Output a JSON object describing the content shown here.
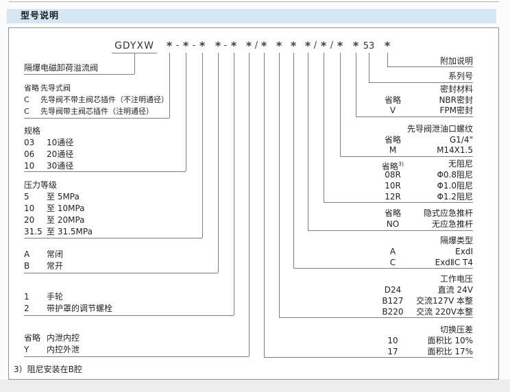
{
  "header": {
    "title": "型号说明"
  },
  "code_row": {
    "prefix": "GDYXW",
    "star": "*",
    "dash": "-",
    "slash": "/",
    "series_number": "53",
    "pattern": "GDYXW *-*-* *-* */* * * */*/* * 53 *"
  },
  "left_blocks": [
    {
      "id": "valve-name",
      "rows": [
        {
          "label": "隔爆电磁卸荷溢流阀"
        }
      ]
    },
    {
      "id": "pilot-valve-type",
      "rows": [
        {
          "code": "省略",
          "label": "先导式阀"
        },
        {
          "code": "C",
          "label": "先导阀不带主阀芯插件（不注明通径）"
        },
        {
          "code": "C",
          "label": "先导阀带主阀芯插件（注明通径）"
        }
      ]
    },
    {
      "id": "size",
      "title": "规格",
      "rows": [
        {
          "code": "03",
          "label": "10通径"
        },
        {
          "code": "06",
          "label": "20通径"
        },
        {
          "code": "10",
          "label": "30通径"
        }
      ]
    },
    {
      "id": "pressure-grade",
      "title": "压力等级",
      "rows": [
        {
          "code": "5",
          "label": "至 5MPa"
        },
        {
          "code": "10",
          "label": "至 10MPa"
        },
        {
          "code": "20",
          "label": "至 20MPa"
        },
        {
          "code": "31.5",
          "label": "至 31.5MPa"
        }
      ]
    },
    {
      "id": "normal-state",
      "rows": [
        {
          "code": "A",
          "label": "常闭"
        },
        {
          "code": "B",
          "label": "常开"
        }
      ]
    },
    {
      "id": "adjustment",
      "rows": [
        {
          "code": "1",
          "label": "手轮"
        },
        {
          "code": "2",
          "label": "带护罩的调节螺栓"
        }
      ]
    },
    {
      "id": "drain-control",
      "rows": [
        {
          "code": "省略",
          "label": "内泄内控"
        },
        {
          "code": "Y",
          "label": "内控外泄"
        }
      ]
    }
  ],
  "right_blocks": [
    {
      "id": "additional-note",
      "title": "附加说明"
    },
    {
      "id": "series-number",
      "title": "系列号"
    },
    {
      "id": "seal-material",
      "title": "密封材料",
      "rows": [
        {
          "code": "省略",
          "label": "NBR密封"
        },
        {
          "code": "V",
          "label": "FPM密封"
        }
      ]
    },
    {
      "id": "pilot-drain-thread",
      "title": "先导阀泄油口螺纹",
      "rows": [
        {
          "code": "省略",
          "label": "G1/4\""
        },
        {
          "code": "M",
          "label": "M14X1.5"
        }
      ]
    },
    {
      "id": "damping",
      "rows": [
        {
          "code": "省略",
          "sup": "3)",
          "label": "无阻尼"
        },
        {
          "code": "08R",
          "label": "Φ0.8阻尼"
        },
        {
          "code": "10R",
          "label": "Φ1.0阻尼"
        },
        {
          "code": "12R",
          "label": "Φ1.2阻尼"
        }
      ]
    },
    {
      "id": "emergency-pushrod",
      "rows": [
        {
          "code": "省略",
          "label": "隐式应急推杆"
        },
        {
          "code": "NO",
          "label": "无应急推杆"
        }
      ]
    },
    {
      "id": "exproof-type",
      "title": "隔爆类型",
      "rows": [
        {
          "code": "A",
          "label": "ExdⅠ"
        },
        {
          "code": "C",
          "label": "ExdⅡC T4"
        }
      ]
    },
    {
      "id": "working-voltage",
      "title": "工作电压",
      "rows": [
        {
          "code": "D24",
          "label": "直流 24V"
        },
        {
          "code": "B127",
          "label": "交流127V 本整"
        },
        {
          "code": "B220",
          "label": "交流 220V本整"
        }
      ]
    },
    {
      "id": "switching-pressure-diff",
      "title": "切换压差",
      "rows": [
        {
          "code": "10",
          "label": "面积比 10%"
        },
        {
          "code": "17",
          "label": "面积比 17%"
        }
      ]
    }
  ],
  "footnote": "3）阻尼安装在B腔"
}
